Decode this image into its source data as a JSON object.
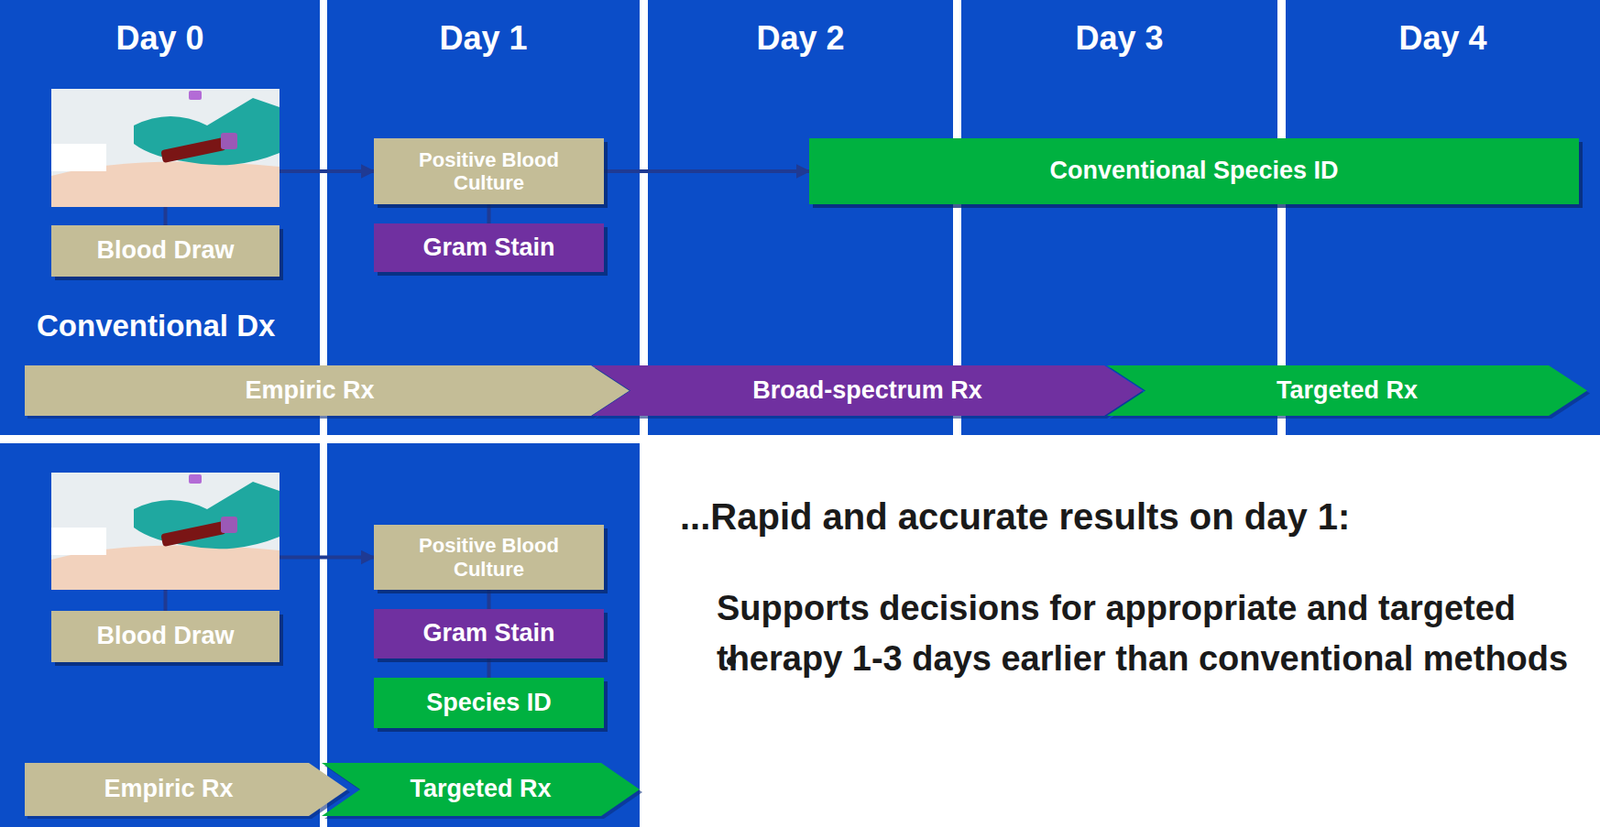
{
  "diagram": {
    "nodes": [
      {
        "text": [
          "Blood Draw"
        ]
      },
      {
        "text": [
          "Positive Blood Culture"
        ]
      },
      {
        "text": [
          "Gram Stain"
        ]
      },
      {
        "text": [
          "Conventional Species ID"
        ]
      },
      {
        "text": [
          "Empiric Rx"
        ]
      },
      {
        "text": [
          "Broad-spectrum Rx"
        ]
      },
      {
        "text": [
          "Targeted Rx"
        ]
      },
      {
        "text": [
          "Blood Draw"
        ]
      },
      {
        "text": [
          "Positive Blood Culture"
        ]
      },
      {
        "text": [
          "Gram Stain"
        ]
      },
      {
        "text": [
          "Species ID"
        ]
      },
      {
        "text": [
          "Empiric Rx"
        ]
      },
      {
        "text": [
          "Targeted Rx"
        ]
      }
    ],
    "edges": [
      {
        "from": 0,
        "to": 1,
        "arrow": "to"
      },
      {
        "from": 1,
        "to": 2,
        "arrow": "none"
      },
      {
        "from": 1,
        "to": 3,
        "arrow": "to"
      },
      {
        "from": 7,
        "to": 8,
        "arrow": "to"
      },
      {
        "from": 8,
        "to": 9,
        "arrow": "none"
      },
      {
        "from": 9,
        "to": 10,
        "arrow": "none"
      }
    ],
    "labels": [
      "Day 0",
      "Day 1",
      "Day 2",
      "Day 3",
      "Day 4",
      "Conventional Dx",
      "...Rapid and accurate results on day 1:",
      "Supports decisions for appropriate and targeted therapy 1-3 days earlier than conventional methods"
    ]
  }
}
